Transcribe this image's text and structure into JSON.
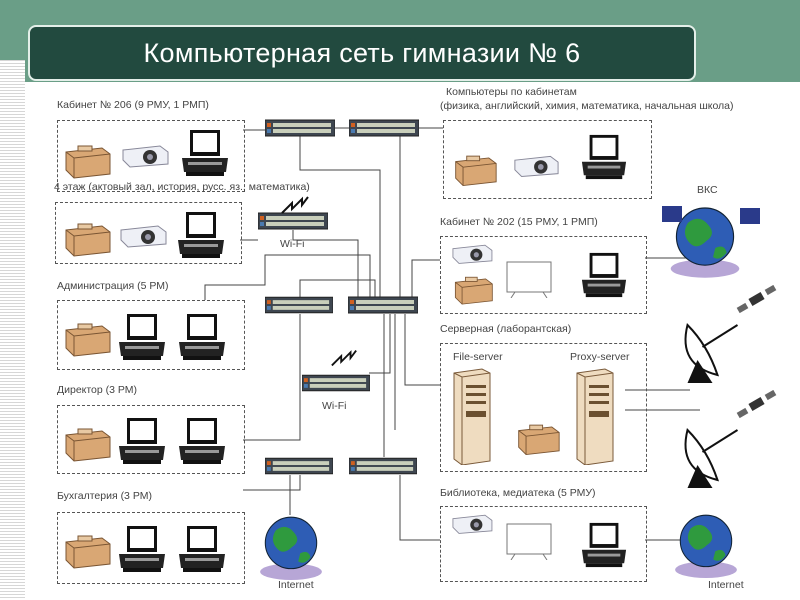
{
  "title": "Компьютерная сеть гимназии № 6",
  "rooms": {
    "r206": "Кабинет № 206 (9 РМУ, 1 РМП)",
    "floor4": "4 этаж (актовый зал, история, русс. яз., математика)",
    "admin": "Администрация (5 РМ)",
    "director": "Директор (3 РМ)",
    "accounting": "Бухгалтерия (3 РМ)",
    "classes_title": "Компьютеры по кабинетам",
    "classes_list": "(физика, английский, химия, математика, начальная школа)",
    "r202": "Кабинет № 202 (15 РМУ, 1 РМП)",
    "server_room": "Серверная (лаборантская)",
    "library": "Библиотека, медиатека (5 РМУ)"
  },
  "devices": {
    "wifi1": "Wi-Fi",
    "wifi2": "Wi-Fi",
    "file_server": "File-server",
    "proxy_server": "Proxy-server",
    "vks": "ВКС",
    "internet1": "Internet",
    "internet2": "Internet"
  }
}
